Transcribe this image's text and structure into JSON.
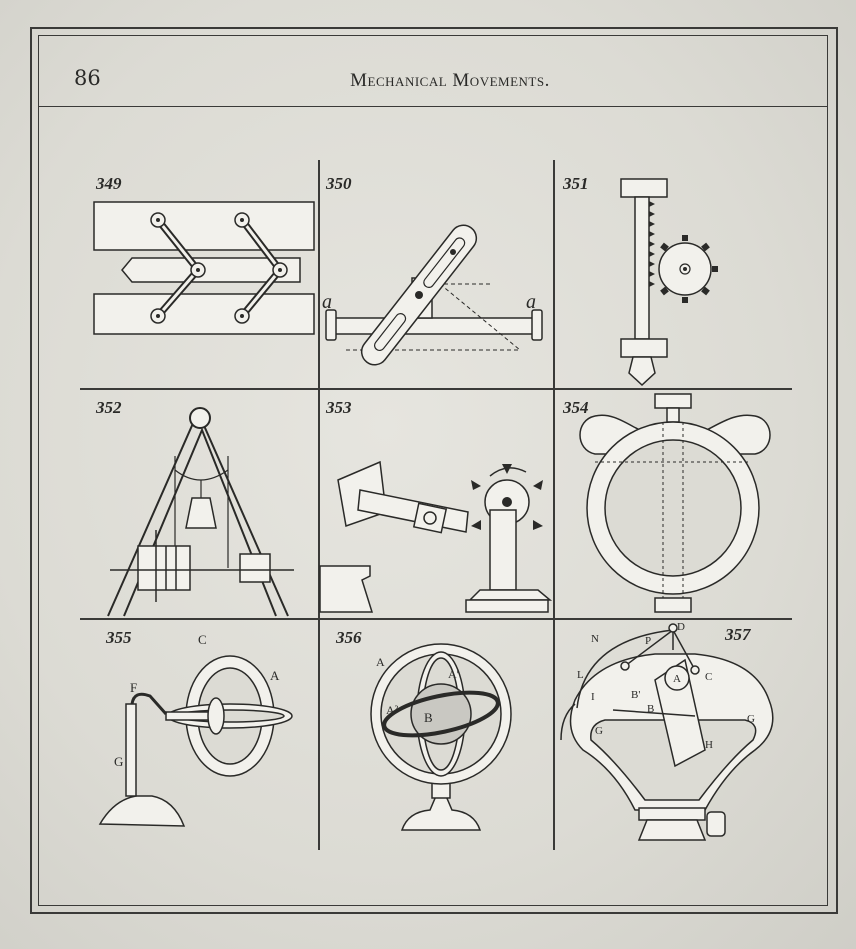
{
  "header": {
    "page_number": "86",
    "running_title": "Mechanical Movements."
  },
  "figures": [
    {
      "number": "349"
    },
    {
      "number": "350",
      "labels": [
        "a",
        "a"
      ]
    },
    {
      "number": "351"
    },
    {
      "number": "352"
    },
    {
      "number": "353"
    },
    {
      "number": "354"
    },
    {
      "number": "355",
      "labels": [
        "C",
        "A",
        "F",
        "G"
      ]
    },
    {
      "number": "356",
      "labels": [
        "A",
        "A'",
        "A²",
        "B"
      ]
    },
    {
      "number": "357",
      "labels": [
        "N",
        "P",
        "D",
        "L",
        "B'",
        "A",
        "C",
        "I",
        "B",
        "G",
        "G",
        "H"
      ]
    }
  ],
  "colors": {
    "paper": "#dcdbd4",
    "ink": "#2a2a28"
  }
}
